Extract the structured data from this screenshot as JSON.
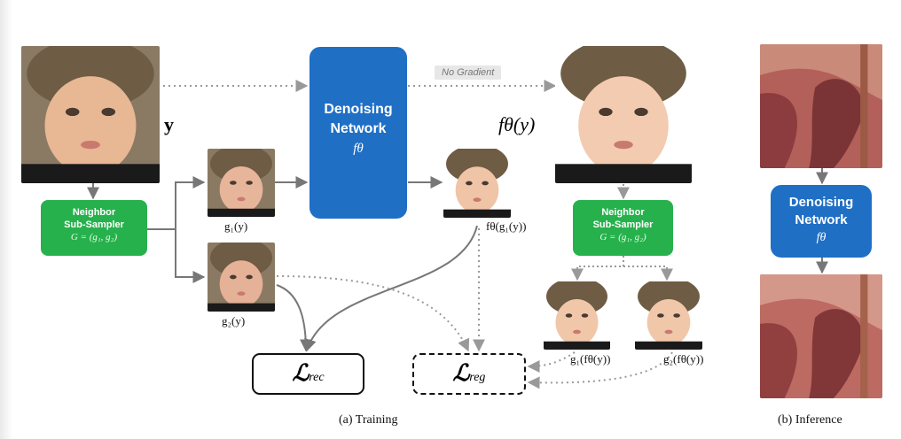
{
  "training": {
    "input_label": "y",
    "output_label": "fθ(y)",
    "sampler_title_1": "Neighbor",
    "sampler_title_2": "Sub-Sampler",
    "sampler_formula": "G = (g₁, g₂)",
    "network_title_1": "Denoising",
    "network_title_2": "Network",
    "network_symbol": "fθ",
    "g1_label": "g₁(y)",
    "g2_label": "g₂(y)",
    "fg1_label": "fθ(g₁(y))",
    "g1f_label": "g₁(fθ(y))",
    "g2f_label": "g₂(fθ(y))",
    "no_gradient": "No Gradient",
    "loss_rec_main": "ℒ",
    "loss_rec_sub": "rec",
    "loss_reg_main": "ℒ",
    "loss_reg_sub": "reg",
    "caption": "(a) Training"
  },
  "inference": {
    "network_title_1": "Denoising",
    "network_title_2": "Network",
    "network_symbol": "fθ",
    "caption": "(b) Inference"
  },
  "colors": {
    "green": "#27b14d",
    "blue": "#1f6fc5",
    "arrow_gray": "#777777"
  }
}
